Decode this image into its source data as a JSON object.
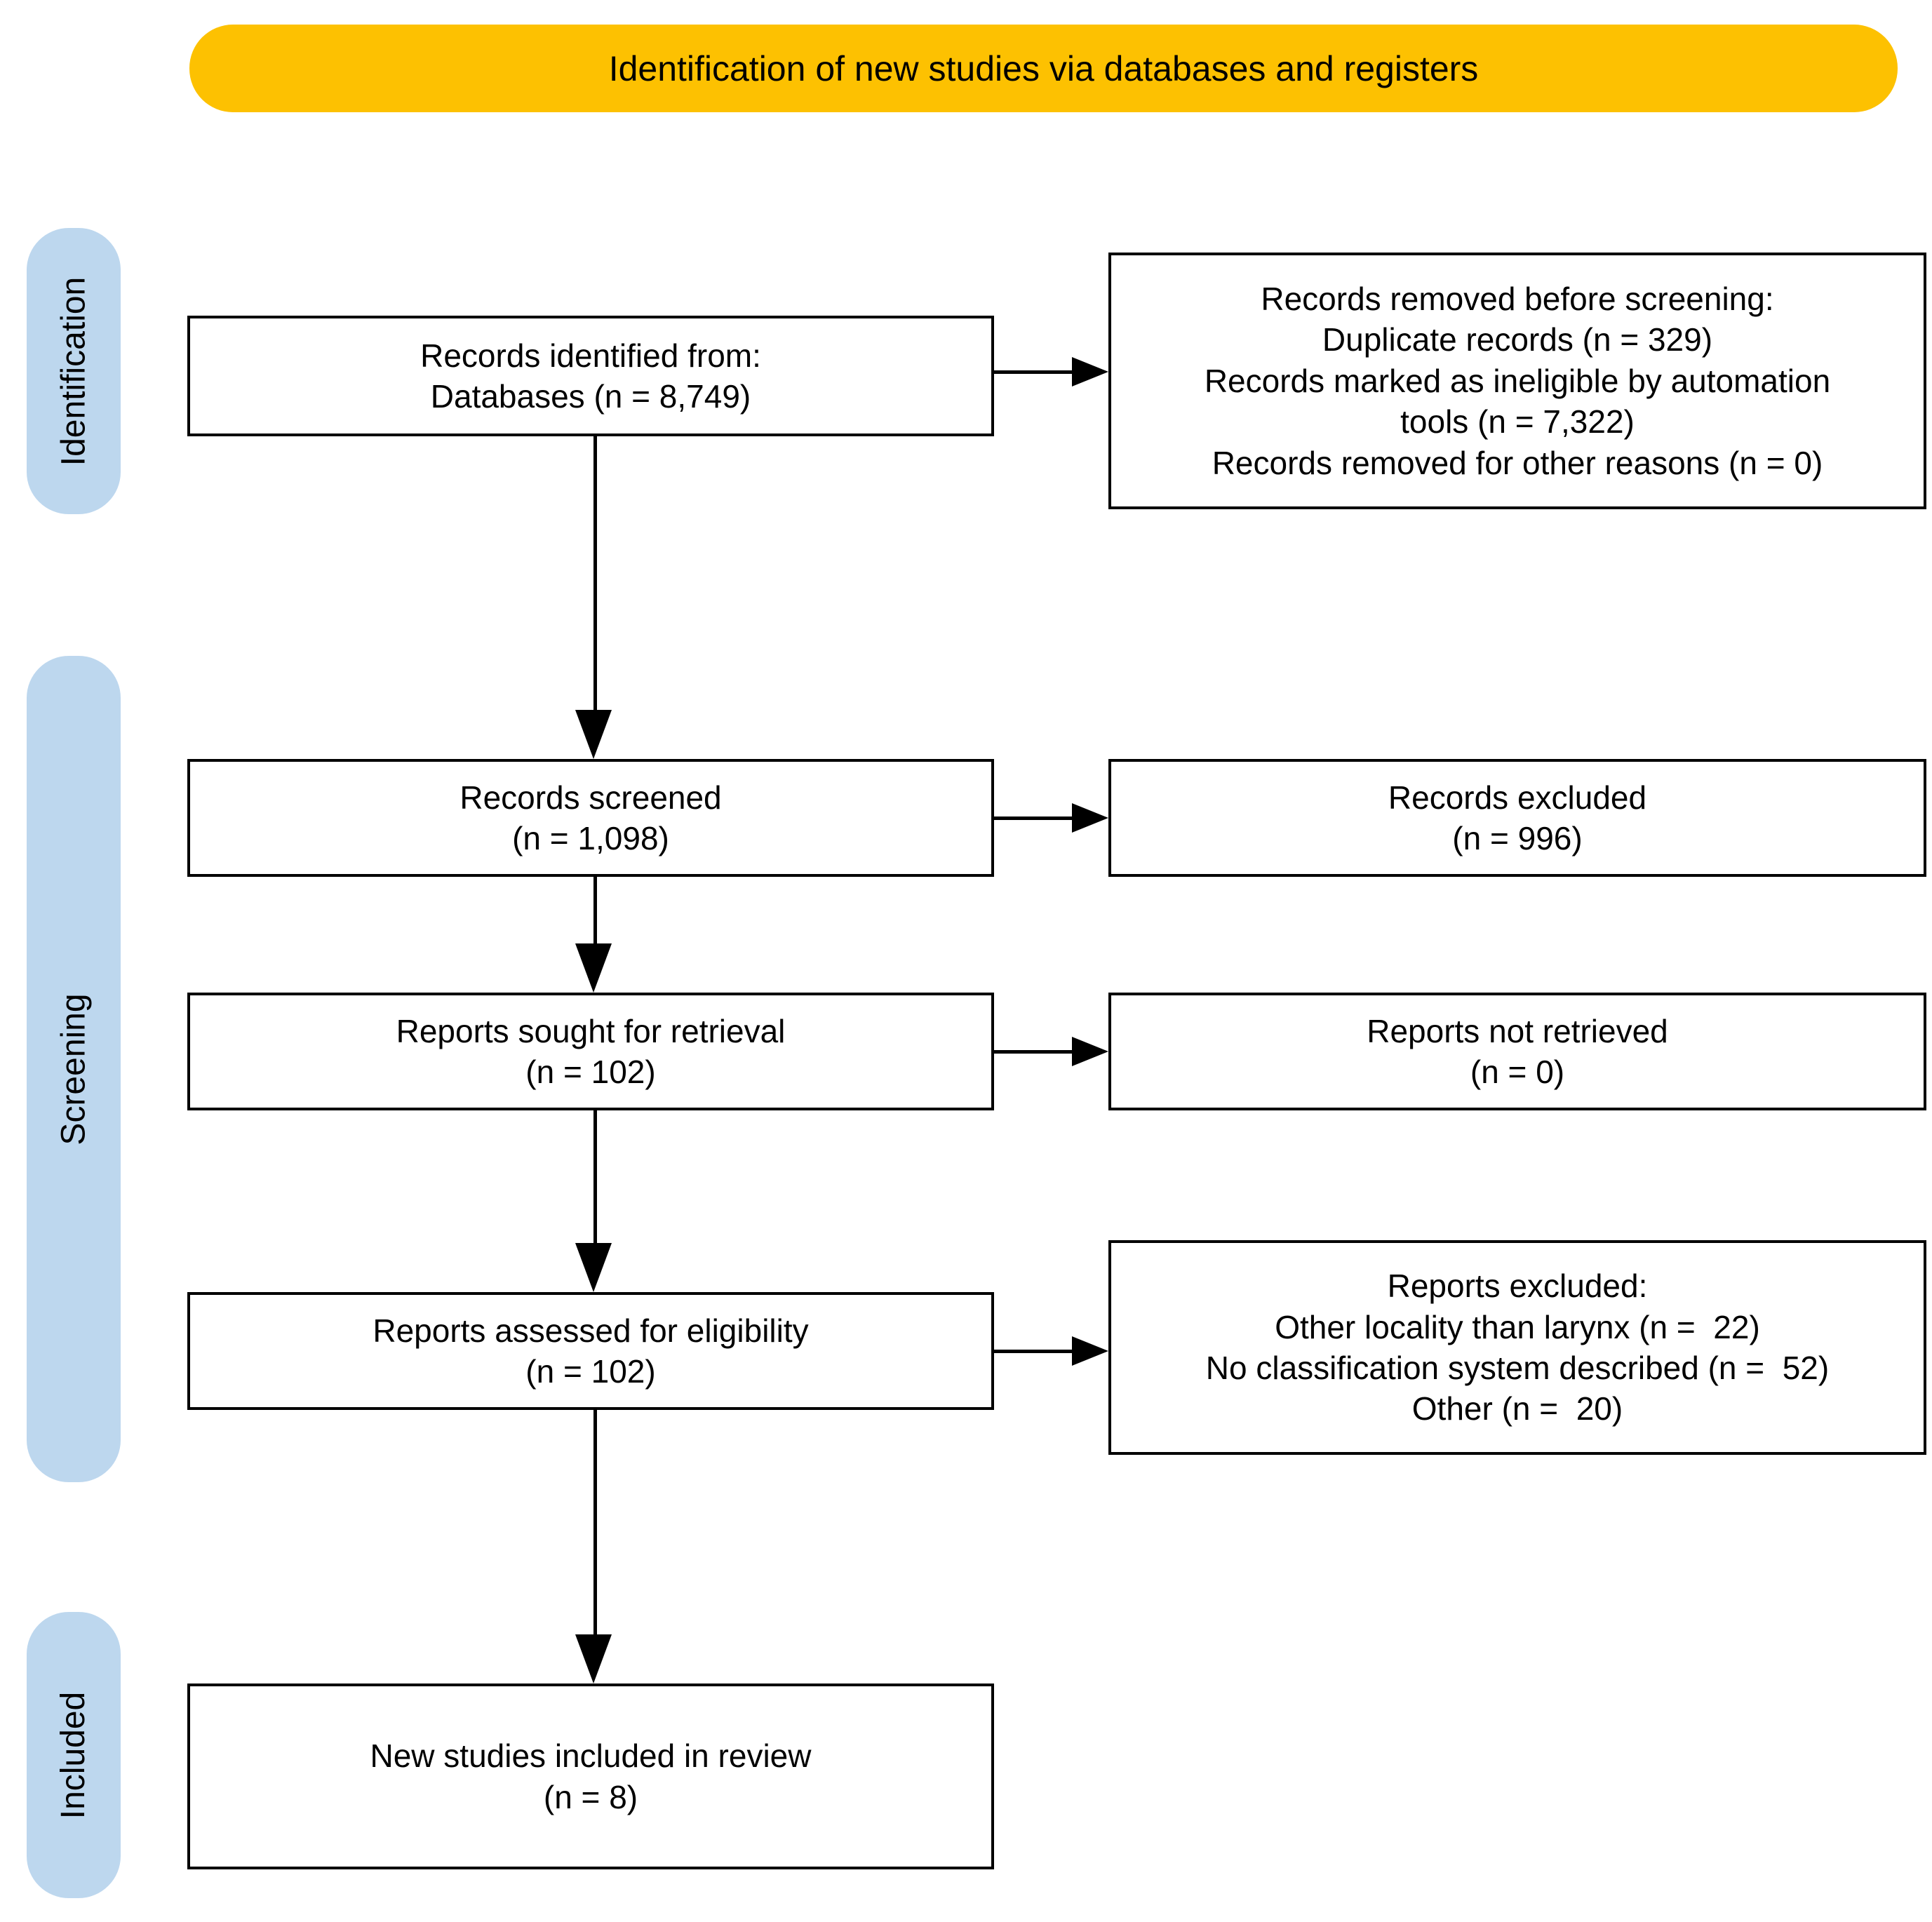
{
  "colors": {
    "banner_bg": "#FDC101",
    "stage_pill_bg": "#BDD7EE",
    "line": "#000000"
  },
  "banner": {
    "label": "Identification of new studies via databases and registers"
  },
  "stages": [
    {
      "label": "Identification"
    },
    {
      "label": "Screening"
    },
    {
      "label": "Included"
    }
  ],
  "main_flow": [
    {
      "name": "records-identified",
      "text": "Records identified from:\nDatabases (n = 8,749)"
    },
    {
      "name": "records-screened",
      "text": "Records screened\n(n = 1,098)"
    },
    {
      "name": "reports-sought",
      "text": "Reports sought for retrieval\n(n = 102)"
    },
    {
      "name": "reports-assessed",
      "text": "Reports assessed for eligibility\n(n = 102)"
    },
    {
      "name": "new-studies-included",
      "text": "New studies included in review\n(n = 8)"
    }
  ],
  "side_flow": [
    {
      "name": "records-removed",
      "text": "Records removed before screening:\nDuplicate records (n = 329)\nRecords marked as ineligible by automation\ntools (n = 7,322)\nRecords removed for other reasons (n = 0)"
    },
    {
      "name": "records-excluded",
      "text": "Records excluded\n(n = 996)"
    },
    {
      "name": "reports-not-retrieved",
      "text": "Reports not retrieved\n(n = 0)"
    },
    {
      "name": "reports-excluded",
      "text": "Reports excluded:\nOther locality than larynx (n =  22)\nNo classification system described (n =  52)\nOther (n =  20)"
    }
  ]
}
